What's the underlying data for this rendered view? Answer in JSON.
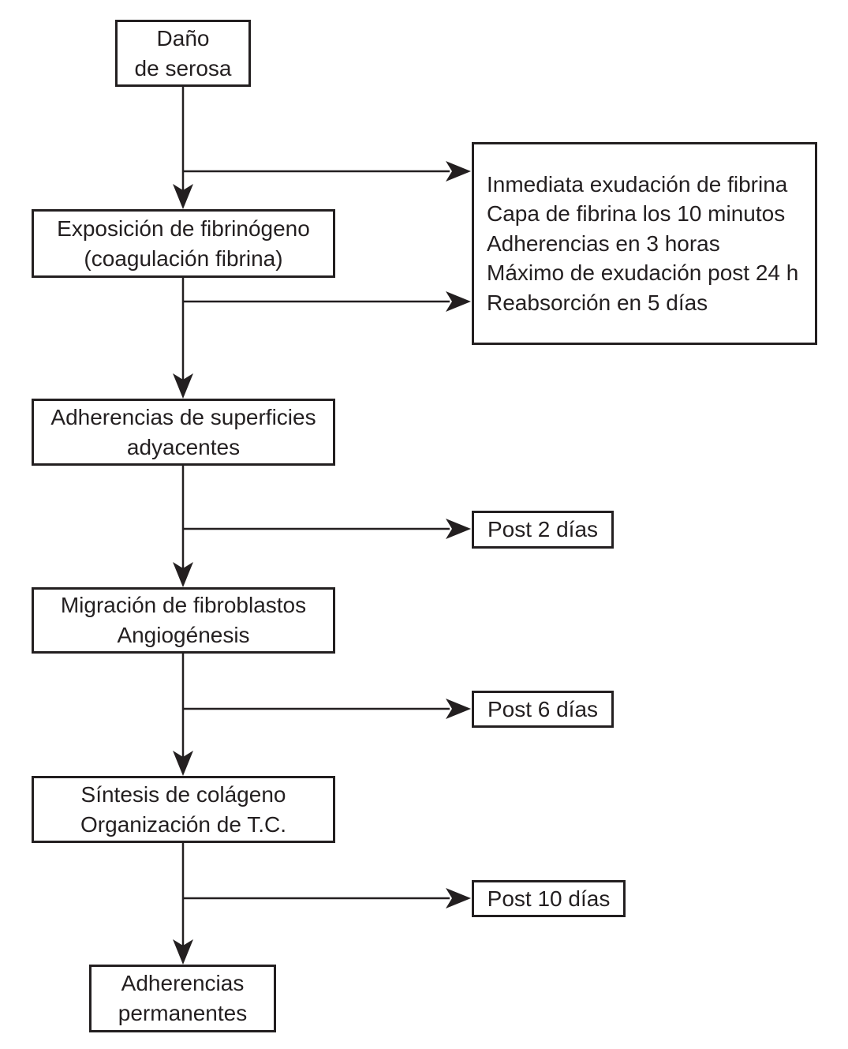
{
  "flowchart": {
    "title": "Serosal damage and adhesion formation timeline flowchart",
    "colors": {
      "line": "#231f20",
      "text": "#231f20",
      "background": "#ffffff",
      "node_fill": "#ffffff"
    },
    "main_nodes": [
      {
        "id": "dano-de-serosa",
        "lines": [
          "Daño",
          "de serosa"
        ]
      },
      {
        "id": "exposicion-de-fibrinogeno",
        "lines": [
          "Exposición de fibrinógeno",
          "(coagulación fibrina)"
        ]
      },
      {
        "id": "adherencias-de-superficies",
        "lines": [
          "Adherencias de superficies",
          "adyacentes"
        ]
      },
      {
        "id": "migracion-de-fibroblastos",
        "lines": [
          "Migración de fibroblastos",
          "Angiogénesis"
        ]
      },
      {
        "id": "sintesis-de-colageno",
        "lines": [
          "Síntesis de colágeno",
          "Organización de T.C."
        ]
      },
      {
        "id": "adherencias-permanentes",
        "lines": [
          "Adherencias",
          "permanentes"
        ]
      }
    ],
    "side_nodes": [
      {
        "id": "detalle-fibrina",
        "lines": [
          "Inmediata exudación de fibrina",
          "Capa de fibrina los 10 minutos",
          "Adherencias en 3 horas",
          "Máximo de exudación post 24 h",
          "Reabsorción en 5 días"
        ]
      },
      {
        "id": "post-2-dias",
        "lines": [
          "Post 2 días"
        ]
      },
      {
        "id": "post-6-dias",
        "lines": [
          "Post 6 días"
        ]
      },
      {
        "id": "post-10-dias",
        "lines": [
          "Post 10 días"
        ]
      }
    ]
  }
}
